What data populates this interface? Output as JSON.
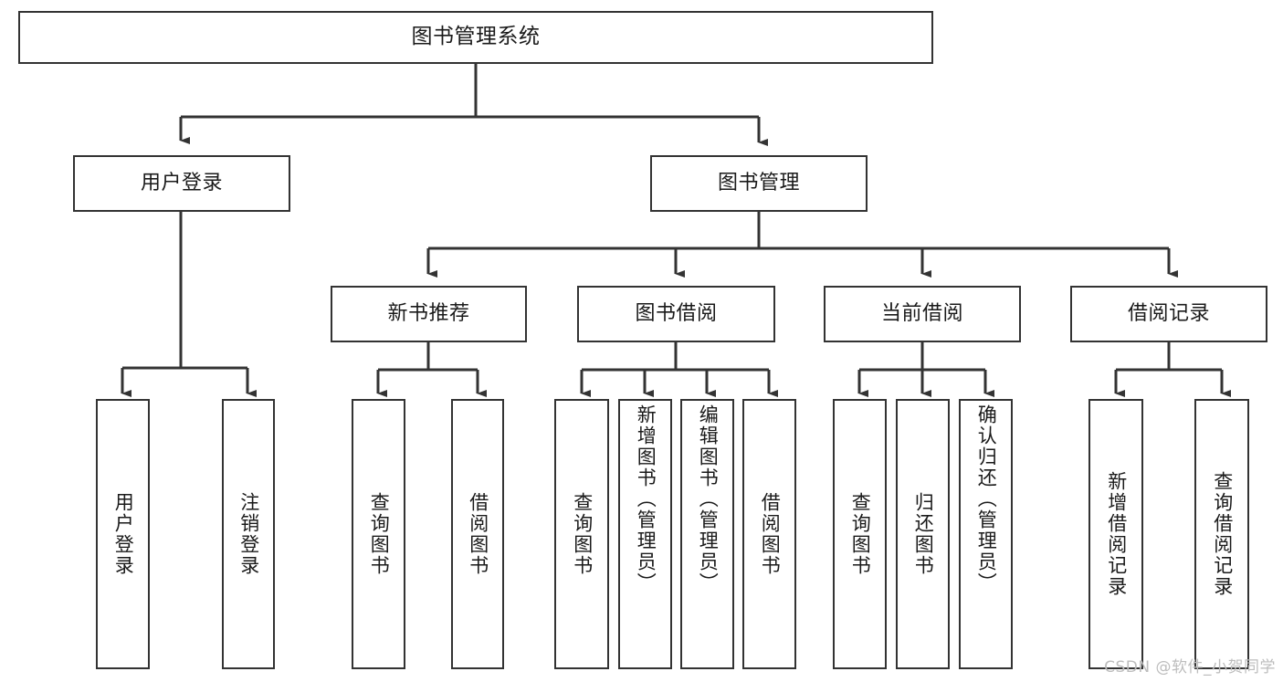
{
  "diagram": {
    "title": "图书管理系统",
    "type": "功能结构图",
    "colors": {
      "box_border": "#333333",
      "box_fill": "#ffffff",
      "edge": "#333333",
      "text": "#1a1a1a",
      "watermark": "#bdbdbd",
      "background": "#ffffff"
    },
    "watermark": "CSDN @软件_小贺同学",
    "nodes": {
      "root": {
        "label": "图书管理系统"
      },
      "level1": [
        {
          "id": "user-login",
          "label": "用户登录"
        },
        {
          "id": "book-management",
          "label": "图书管理"
        }
      ],
      "level2": [
        {
          "id": "new-book-recommend",
          "label": "新书推荐"
        },
        {
          "id": "book-borrow",
          "label": "图书借阅"
        },
        {
          "id": "current-borrow",
          "label": "当前借阅"
        },
        {
          "id": "borrow-record",
          "label": "借阅记录"
        }
      ],
      "leaves": {
        "user_login": [
          {
            "id": "leaf-user-login",
            "label": "用户登录"
          },
          {
            "id": "leaf-logout-login",
            "label": "注销登录"
          }
        ],
        "new_book_recommend": [
          {
            "id": "leaf-query-book-1",
            "label": "查询图书"
          },
          {
            "id": "leaf-borrow-book-1",
            "label": "借阅图书"
          }
        ],
        "book_borrow": [
          {
            "id": "leaf-query-book-2",
            "label": "查询图书"
          },
          {
            "id": "leaf-add-book",
            "label": "新增图书（管理员）"
          },
          {
            "id": "leaf-edit-book",
            "label": "编辑图书（管理员）"
          },
          {
            "id": "leaf-borrow-book-2",
            "label": "借阅图书"
          }
        ],
        "current_borrow": [
          {
            "id": "leaf-query-book-3",
            "label": "查询图书"
          },
          {
            "id": "leaf-return-book",
            "label": "归还图书"
          },
          {
            "id": "leaf-confirm-return",
            "label": "确认归还（管理员）"
          }
        ],
        "borrow_record": [
          {
            "id": "leaf-add-record",
            "label": "新增借阅记录"
          },
          {
            "id": "leaf-query-record",
            "label": "查询借阅记录"
          }
        ]
      }
    }
  }
}
